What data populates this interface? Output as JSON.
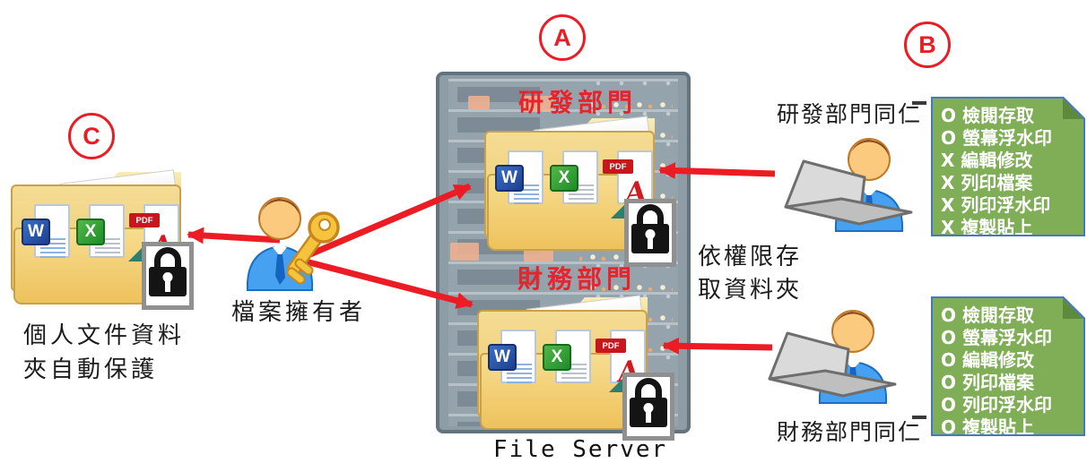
{
  "badges": {
    "a": "A",
    "b": "B",
    "c": "C"
  },
  "server": {
    "label": "File Server",
    "folders": {
      "rd": {
        "title": "研發部門"
      },
      "finance": {
        "title": "財務部門"
      }
    }
  },
  "owner": {
    "label": "檔案擁有者"
  },
  "personal_folder": {
    "caption_line1": "個人文件資料",
    "caption_line2": "夾自動保護"
  },
  "access_note": {
    "line1": "依權限存",
    "line2": "取資料夾"
  },
  "users": {
    "rd": {
      "label": "研發部門同仁",
      "permissions": [
        "O 檢閱存取",
        "O 螢幕浮水印",
        "X 編輯修改",
        "X 列印檔案",
        "X 列印浮水印",
        "X 複製貼上"
      ]
    },
    "finance": {
      "label": "財務部門同仁",
      "permissions": [
        "O 檢閱存取",
        "O 螢幕浮水印",
        "O 編輯修改",
        "O 列印檔案",
        "O 列印浮水印",
        "O 複製貼上"
      ]
    }
  },
  "doc_icons": {
    "word_label": "W",
    "excel_label": "X",
    "pdf_tag": "PDF",
    "pdf_glyph": "A"
  },
  "colors": {
    "accent_red": "#ec1c24",
    "permission_green": "#7fae57",
    "permission_border": "#4577c9",
    "folder_yellow": "#f0cf7c",
    "server_gray": "#95a3ad",
    "lock_black": "#141414"
  }
}
